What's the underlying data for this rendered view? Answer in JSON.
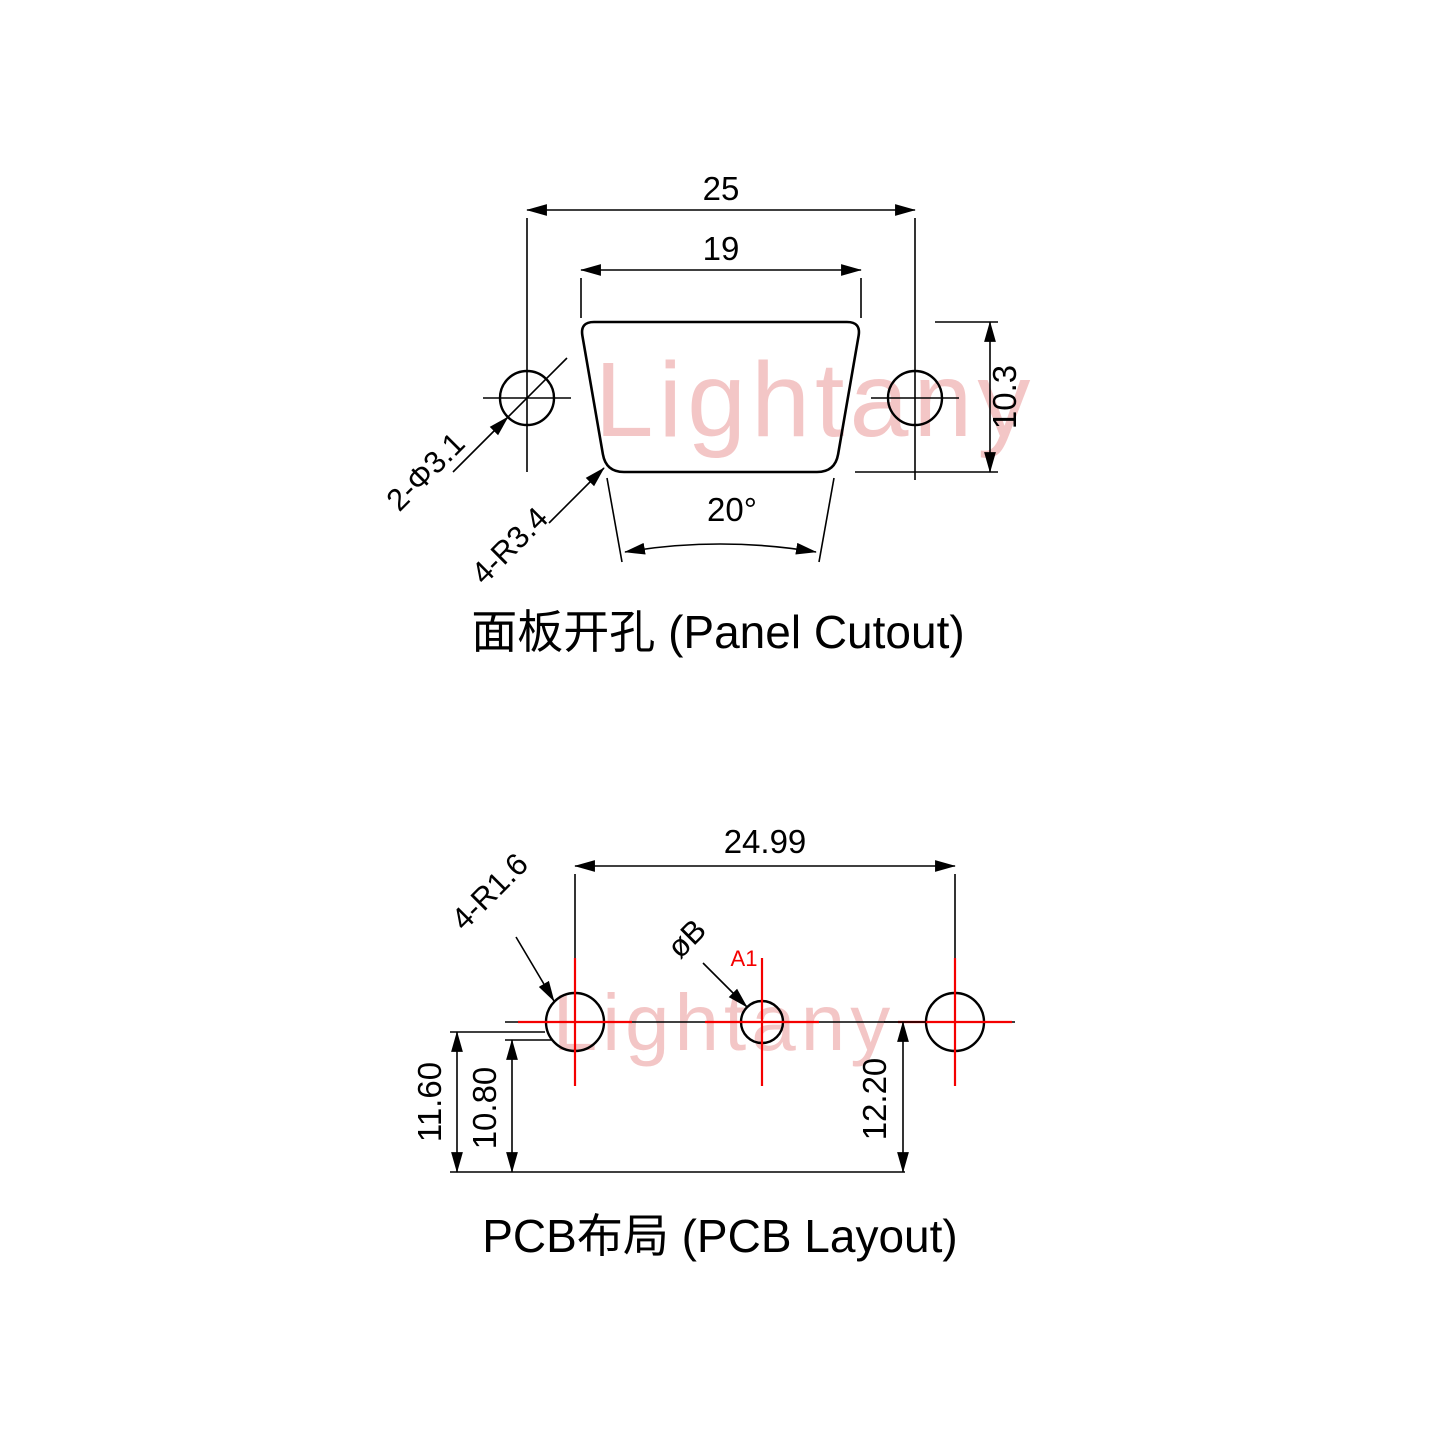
{
  "watermark": {
    "text": "Lightany"
  },
  "colors": {
    "line": "#000000",
    "red": "#f40000",
    "watermark": "#f1b9b9"
  },
  "panel_cutout": {
    "title": "面板开孔 (Panel Cutout)",
    "dim_width_outer": "25",
    "dim_width_inner": "19",
    "dim_height": "10.3",
    "dim_angle": "20°",
    "label_mount_holes": "2-Φ3.1",
    "label_corner_radius": "4-R3.4"
  },
  "pcb_layout": {
    "title": "PCB布局 (PCB Layout)",
    "dim_pitch": "24.99",
    "label_slot_radius": "4-R1.6",
    "label_pin_diameter": "øB",
    "label_pin": "A1",
    "dim_left_outer": "11.60",
    "dim_left_inner": "10.80",
    "dim_right": "12.20"
  }
}
